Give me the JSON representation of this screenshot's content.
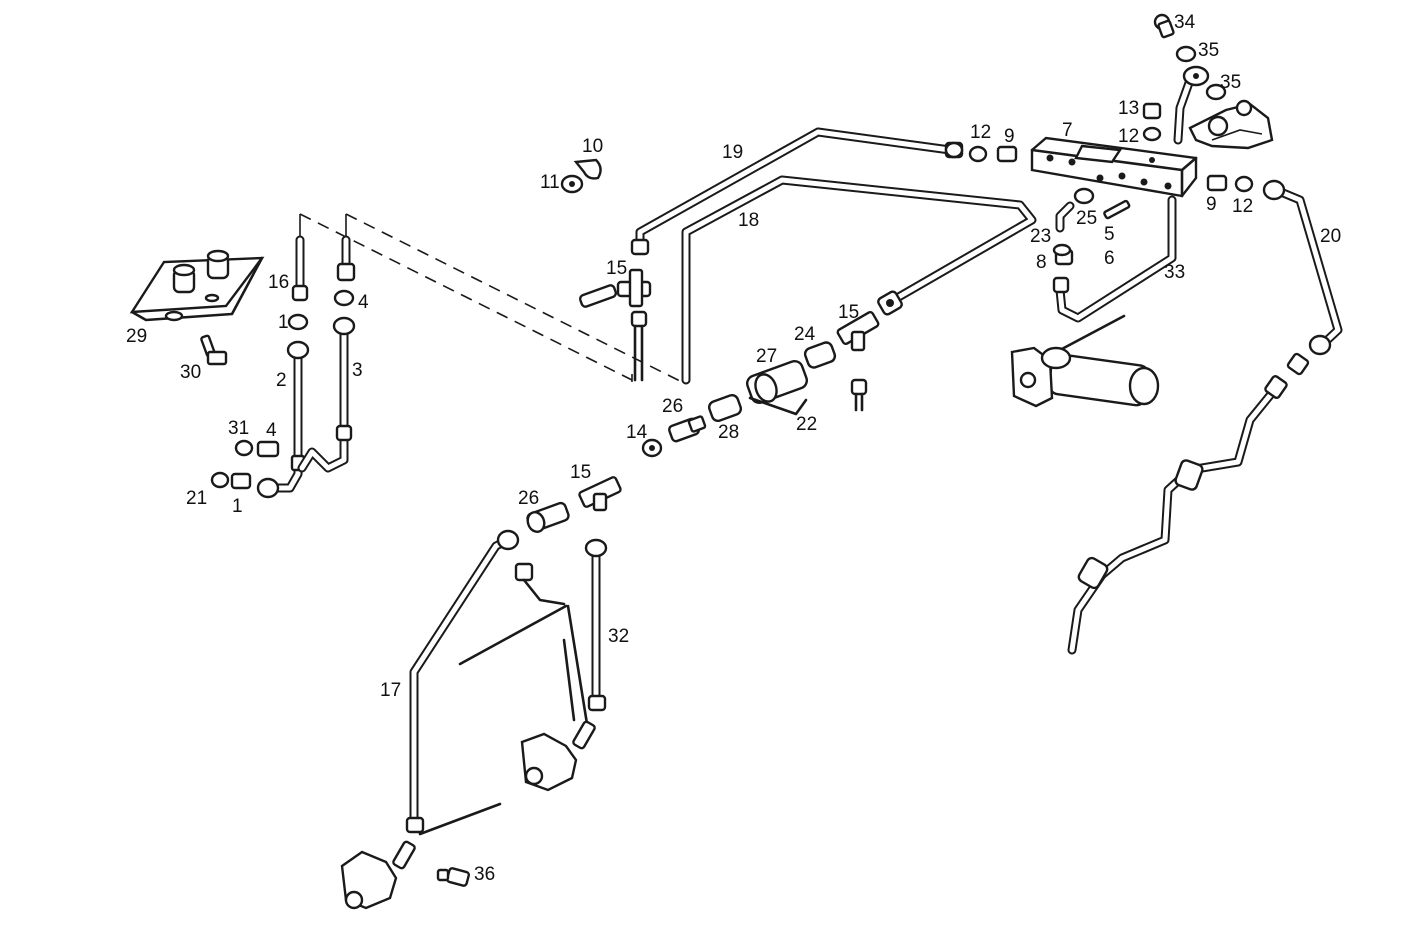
{
  "callouts": [
    {
      "id": "c34a",
      "text": "34"
    },
    {
      "id": "c35a",
      "text": "35"
    },
    {
      "id": "c35b",
      "text": "35"
    },
    {
      "id": "c13",
      "text": "13"
    },
    {
      "id": "c12a",
      "text": "12"
    },
    {
      "id": "c12b",
      "text": "12"
    },
    {
      "id": "c7",
      "text": "7"
    },
    {
      "id": "c9a",
      "text": "9"
    },
    {
      "id": "c9b",
      "text": "9"
    },
    {
      "id": "c12c",
      "text": "12"
    },
    {
      "id": "c20",
      "text": "20"
    },
    {
      "id": "c10",
      "text": "10"
    },
    {
      "id": "c11",
      "text": "11"
    },
    {
      "id": "c19",
      "text": "19"
    },
    {
      "id": "c18",
      "text": "18"
    },
    {
      "id": "c25",
      "text": "25"
    },
    {
      "id": "c5",
      "text": "5"
    },
    {
      "id": "c23",
      "text": "23"
    },
    {
      "id": "c6",
      "text": "6"
    },
    {
      "id": "c8",
      "text": "8"
    },
    {
      "id": "c33",
      "text": "33"
    },
    {
      "id": "c15a",
      "text": "15"
    },
    {
      "id": "c15b",
      "text": "15"
    },
    {
      "id": "c24",
      "text": "24"
    },
    {
      "id": "c27",
      "text": "27"
    },
    {
      "id": "c26a",
      "text": "26"
    },
    {
      "id": "c22",
      "text": "22"
    },
    {
      "id": "c28",
      "text": "28"
    },
    {
      "id": "c14",
      "text": "14"
    },
    {
      "id": "c16",
      "text": "16"
    },
    {
      "id": "c4a",
      "text": "4"
    },
    {
      "id": "c1a",
      "text": "1"
    },
    {
      "id": "c29",
      "text": "29"
    },
    {
      "id": "c30",
      "text": "30"
    },
    {
      "id": "c2",
      "text": "2"
    },
    {
      "id": "c3",
      "text": "3"
    },
    {
      "id": "c31",
      "text": "31"
    },
    {
      "id": "c4b",
      "text": "4"
    },
    {
      "id": "c21",
      "text": "21"
    },
    {
      "id": "c1b",
      "text": "1"
    },
    {
      "id": "c15c",
      "text": "15"
    },
    {
      "id": "c26b",
      "text": "26"
    },
    {
      "id": "c32",
      "text": "32"
    },
    {
      "id": "c17",
      "text": "17"
    },
    {
      "id": "c36",
      "text": "36"
    }
  ]
}
